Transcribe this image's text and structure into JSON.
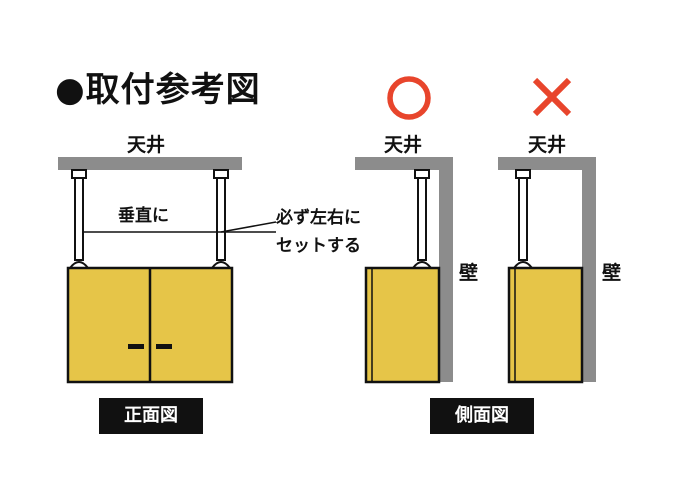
{
  "title": "●取付参考図",
  "front_view": {
    "ceiling_label": "天井",
    "vertical_label": "垂直に",
    "annotation_line1": "必ず左右に",
    "annotation_line2": "セットする",
    "caption": "正面図"
  },
  "side_view": {
    "caption": "側面図",
    "good": {
      "mark": "circle",
      "ceiling_label": "天井",
      "wall_label": "壁"
    },
    "bad": {
      "mark": "cross",
      "ceiling_label": "天井",
      "wall_label": "壁"
    }
  },
  "colors": {
    "cabinet": "#e6c548",
    "ceiling": "#8c8c8c",
    "mark_red": "#e8452c",
    "outline": "#111111"
  }
}
